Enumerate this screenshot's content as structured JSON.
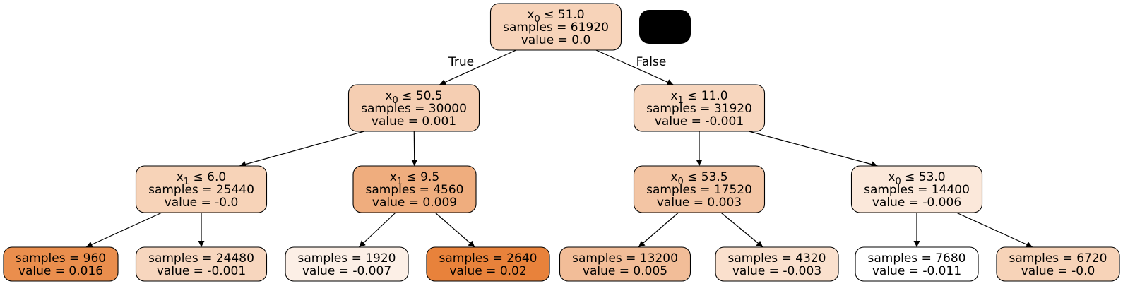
{
  "tree": {
    "nodes": [
      {
        "id": "n0",
        "lines": [
          {
            "v": "x",
            "sub": "0",
            "rest": " ≤ 51.0"
          },
          "samples = 61920",
          "value = 0.0"
        ],
        "color": "#f7d3b9"
      },
      {
        "id": "n1",
        "lines": [
          {
            "v": "x",
            "sub": "0",
            "rest": " ≤ 50.5"
          },
          "samples = 30000",
          "value = 0.001"
        ],
        "color": "#f5ceb2"
      },
      {
        "id": "n2",
        "lines": [
          {
            "v": "x",
            "sub": "1",
            "rest": " ≤ 11.0"
          },
          "samples = 31920",
          "value = -0.001"
        ],
        "color": "#f7d6be"
      },
      {
        "id": "n3",
        "lines": [
          {
            "v": "x",
            "sub": "1",
            "rest": " ≤ 6.0"
          },
          "samples = 25440",
          "value = -0.0"
        ],
        "color": "#f7d3b8"
      },
      {
        "id": "n4",
        "lines": [
          {
            "v": "x",
            "sub": "1",
            "rest": " ≤ 9.5"
          },
          "samples = 4560",
          "value = 0.009"
        ],
        "color": "#efad7e"
      },
      {
        "id": "n5",
        "lines": [
          {
            "v": "x",
            "sub": "0",
            "rest": " ≤ 53.5"
          },
          "samples = 17520",
          "value = 0.003"
        ],
        "color": "#f3c5a4"
      },
      {
        "id": "n6",
        "lines": [
          {
            "v": "x",
            "sub": "0",
            "rest": " ≤ 53.0"
          },
          "samples = 14400",
          "value = -0.006"
        ],
        "color": "#fbe8da"
      },
      {
        "id": "n7",
        "lines": [
          "samples = 960",
          "value = 0.016"
        ],
        "color": "#ea8e4d"
      },
      {
        "id": "n8",
        "lines": [
          "samples = 24480",
          "value = -0.001"
        ],
        "color": "#f7d6be"
      },
      {
        "id": "n9",
        "lines": [
          "samples = 1920",
          "value = -0.007"
        ],
        "color": "#fcefe6"
      },
      {
        "id": "n10",
        "lines": [
          "samples = 2640",
          "value = 0.02"
        ],
        "color": "#e8823b"
      },
      {
        "id": "n11",
        "lines": [
          "samples = 13200",
          "value = 0.005"
        ],
        "color": "#f2bd98"
      },
      {
        "id": "n12",
        "lines": [
          "samples = 4320",
          "value = -0.003"
        ],
        "color": "#fae0cd"
      },
      {
        "id": "n13",
        "lines": [
          "samples = 7680",
          "value = -0.011"
        ],
        "color": "#ffffff"
      },
      {
        "id": "n14",
        "lines": [
          "samples = 6720",
          "value = -0.0"
        ],
        "color": "#f7d3b8"
      }
    ],
    "edges": [
      {
        "from": "n0",
        "to": "n1",
        "label": "True"
      },
      {
        "from": "n0",
        "to": "n2",
        "label": "False"
      },
      {
        "from": "n1",
        "to": "n3",
        "label": ""
      },
      {
        "from": "n1",
        "to": "n4",
        "label": ""
      },
      {
        "from": "n2",
        "to": "n5",
        "label": ""
      },
      {
        "from": "n2",
        "to": "n6",
        "label": ""
      },
      {
        "from": "n3",
        "to": "n7",
        "label": ""
      },
      {
        "from": "n3",
        "to": "n8",
        "label": ""
      },
      {
        "from": "n4",
        "to": "n9",
        "label": ""
      },
      {
        "from": "n4",
        "to": "n10",
        "label": ""
      },
      {
        "from": "n5",
        "to": "n11",
        "label": ""
      },
      {
        "from": "n5",
        "to": "n12",
        "label": ""
      },
      {
        "from": "n6",
        "to": "n13",
        "label": ""
      },
      {
        "from": "n6",
        "to": "n14",
        "label": ""
      }
    ],
    "redaction_color": "#000000"
  }
}
